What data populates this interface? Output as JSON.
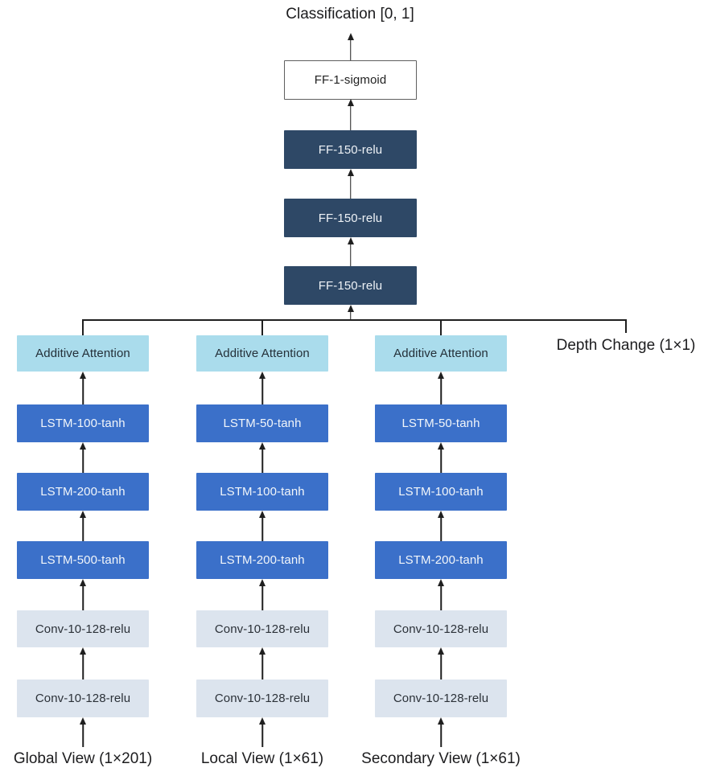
{
  "classification_label": "Classification [0, 1]",
  "depth_change_label": "Depth Change (1×1)",
  "head": {
    "output_box_label": "FF-1-sigmoid",
    "ff_box_labels": [
      "FF-150-relu",
      "FF-150-relu",
      "FF-150-relu"
    ]
  },
  "columns": [
    {
      "attention_label": "Additive Attention",
      "lstm_labels": [
        "LSTM-100-tanh",
        "LSTM-200-tanh",
        "LSTM-500-tanh"
      ],
      "conv_labels": [
        "Conv-10-128-relu",
        "Conv-10-128-relu"
      ],
      "input_label": "Global View (1×201)"
    },
    {
      "attention_label": "Additive Attention",
      "lstm_labels": [
        "LSTM-50-tanh",
        "LSTM-100-tanh",
        "LSTM-200-tanh"
      ],
      "conv_labels": [
        "Conv-10-128-relu",
        "Conv-10-128-relu"
      ],
      "input_label": "Local View (1×61)"
    },
    {
      "attention_label": "Additive Attention",
      "lstm_labels": [
        "LSTM-50-tanh",
        "LSTM-100-tanh",
        "LSTM-200-tanh"
      ],
      "conv_labels": [
        "Conv-10-128-relu",
        "Conv-10-128-relu"
      ],
      "input_label": "Secondary View (1×61)"
    }
  ],
  "colors": {
    "ff_dark_navy": "#2e4866",
    "lstm_blue": "#3b70c9",
    "attention_light_blue": "#aadcec",
    "conv_light_gray": "#dce4ee",
    "outline_border_gray": "#5f5f5f",
    "connector_line": "#1f1f1f"
  }
}
